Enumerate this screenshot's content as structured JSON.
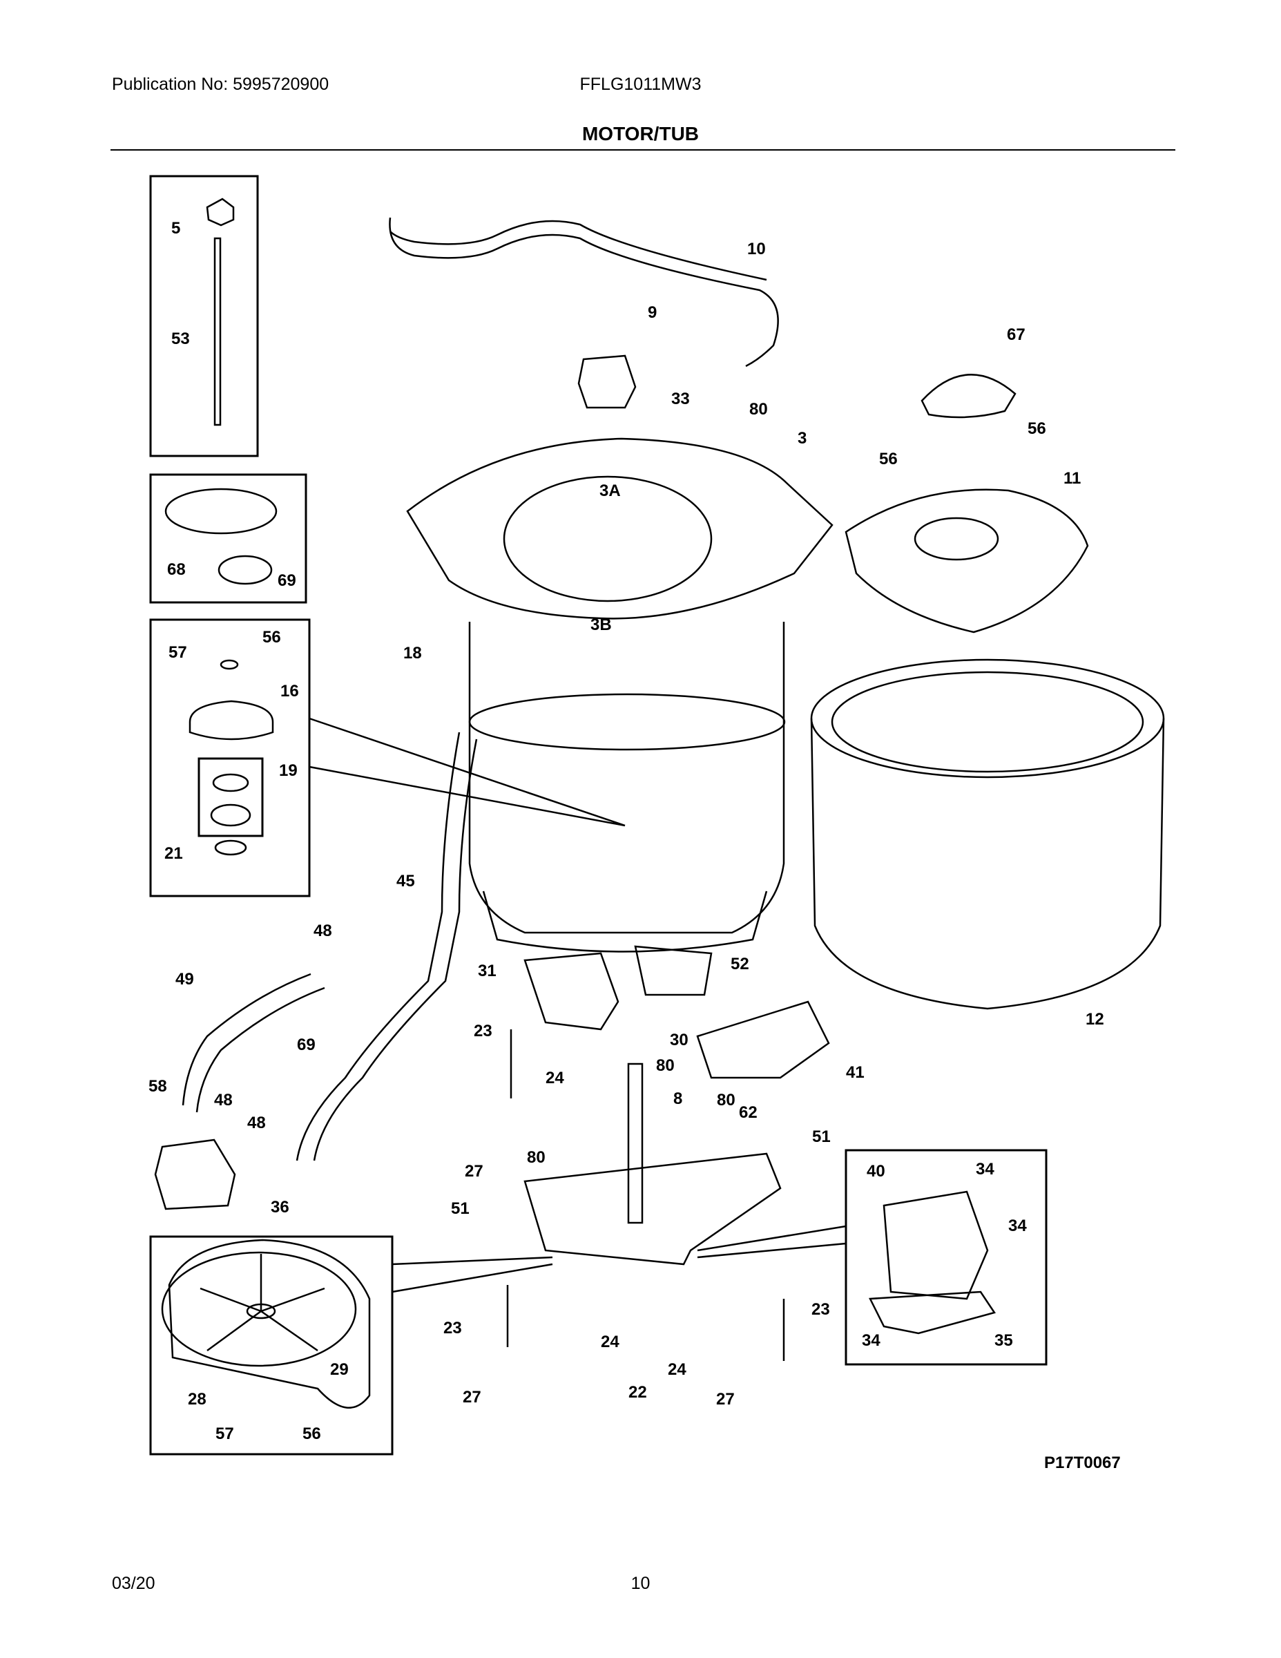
{
  "header": {
    "publication": "Publication No: 5995720900",
    "model": "FFLG1011MW3"
  },
  "title": "MOTOR/TUB",
  "figure_code": "P17T0067",
  "footer": {
    "date": "03/20",
    "page": "10"
  },
  "callouts": [
    "5",
    "53",
    "10",
    "9",
    "33",
    "80",
    "3",
    "3A",
    "3B",
    "67",
    "56",
    "56",
    "11",
    "68",
    "69",
    "56",
    "57",
    "16",
    "19",
    "21",
    "18",
    "12",
    "45",
    "48",
    "49",
    "31",
    "52",
    "30",
    "41",
    "80",
    "8",
    "62",
    "80",
    "23",
    "24",
    "69",
    "58",
    "48",
    "48",
    "36",
    "27",
    "80",
    "51",
    "51",
    "40",
    "34",
    "34",
    "35",
    "34",
    "28",
    "29",
    "57",
    "56",
    "23",
    "24",
    "27",
    "22",
    "23",
    "24",
    "27"
  ]
}
